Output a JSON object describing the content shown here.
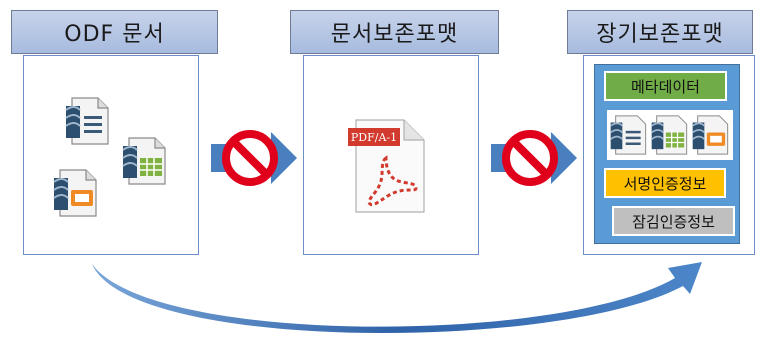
{
  "stages": [
    {
      "title": "ODF 문서"
    },
    {
      "title": "문서보존포맷"
    },
    {
      "title": "장기보존포맷"
    }
  ],
  "pdf_icon": {
    "label": "PDF/A-1"
  },
  "long_term_package": {
    "metadata_label": "메타데이터",
    "signature_label": "서명인증정보",
    "seal_label": "잠김인증정보",
    "colors": {
      "container": "#5b9bd5",
      "metadata": "#70ad47",
      "signature": "#ffc000",
      "seal": "#bfbfbf"
    }
  },
  "colors": {
    "header_fill": "#b4c6e7",
    "panel_border": "#6f8fc8",
    "arrow": "#4a7fbf",
    "prohibited": "#e0001b"
  }
}
